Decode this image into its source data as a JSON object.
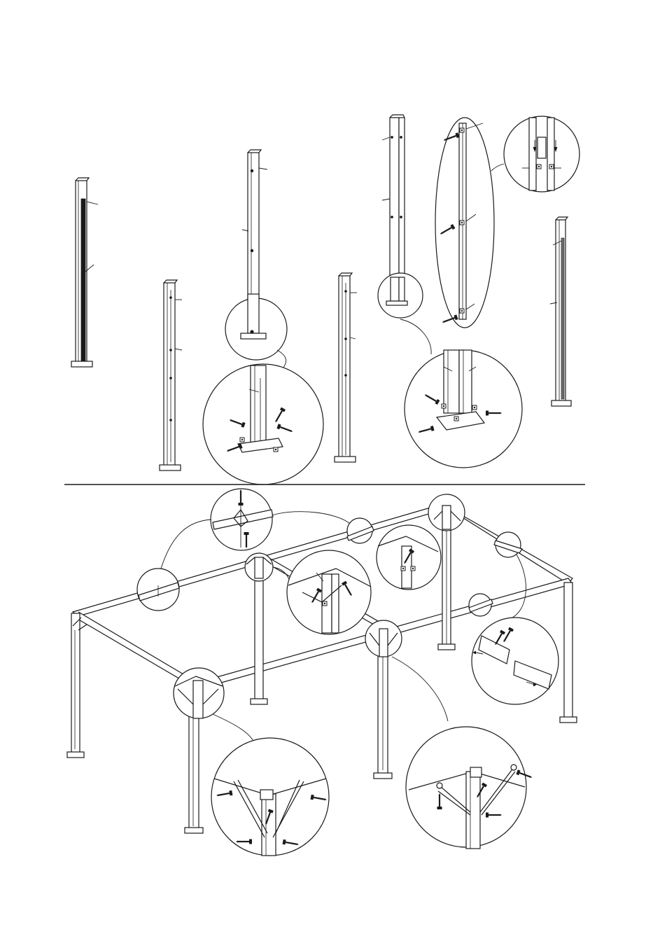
{
  "figure": {
    "background": "#ffffff",
    "ink": "#1a1a1a",
    "step_1": {
      "parts": [
        "single-post",
        "double-post",
        "double-post-with-channel",
        "connector-plate",
        "base-plate",
        "bolt",
        "nut"
      ]
    },
    "step_2": {
      "parts": [
        "frame-beam",
        "corner-brace",
        "beam-joint",
        "corner-bracket",
        "post"
      ]
    }
  }
}
